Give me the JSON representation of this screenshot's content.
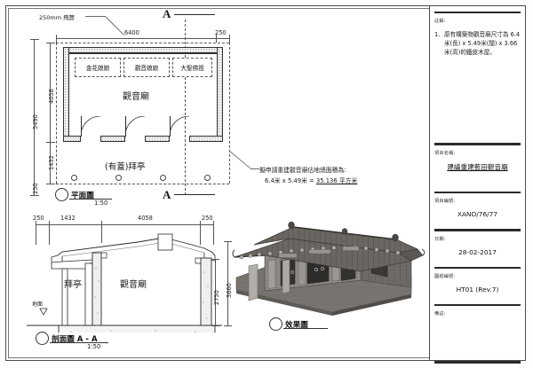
{
  "document": {
    "type": "architectural-drawing",
    "language": "zh-Hant"
  },
  "titleblock": {
    "notes_label": "註解:",
    "notes": [
      {
        "number": "1.",
        "text": "原有構築物觀音廟尺寸為 6.4米(長) x 5.49米(闊) x 3.66米(高)的鐵皮木屋。"
      }
    ],
    "project_name_label": "項目名稱:",
    "project_name": "建議重建藍田觀音廟",
    "project_no_label": "項目編號:",
    "project_no": "XAND/76/77",
    "date_label": "日期:",
    "date": "28-02-2017",
    "drawing_no_label": "圖紙編號:",
    "drawing_no": "HT01 (Rev.7)",
    "remarks_label": "備註:",
    "remarks": ""
  },
  "plan": {
    "view_title": "平面圖",
    "scale": "1:50",
    "section_marker": "A",
    "eave_note": "250mm 飛簷",
    "main_hall_label": "觀音廟",
    "porch_label": "(有蓋)拜亭",
    "shrines": [
      {
        "label": "金花娘娘"
      },
      {
        "label": "觀音娘娘"
      },
      {
        "label": "大聖佛祖"
      }
    ],
    "dimensions": {
      "top_overall": "6400",
      "top_right_eave": "250",
      "left_overall": "5490",
      "left_hall": "4058",
      "left_porch": "1432",
      "left_eave": "250"
    }
  },
  "area_note": {
    "line1": "擬申請重建觀音廟佔地總面積為:",
    "line2_a": "6.4米 x 5.49米 = ",
    "line2_b": "35.136 平方米"
  },
  "section": {
    "view_title": "剖面圖 A - A",
    "scale": "1:50",
    "porch_label": "拜亭",
    "hall_label": "觀音廟",
    "ground_label": "地面",
    "dimensions": {
      "eave_left": "250",
      "porch": "1432",
      "hall": "4058",
      "eave_right": "250",
      "wall_height": "2750",
      "ridge_height": "3660"
    }
  },
  "perspective": {
    "view_title": "效果圖"
  },
  "colors": {
    "paper": "#fdfdfb",
    "ink": "#1a1a1a",
    "line": "#2b2b2b",
    "rule": "#2a2a2a",
    "concrete": "#efefef"
  }
}
